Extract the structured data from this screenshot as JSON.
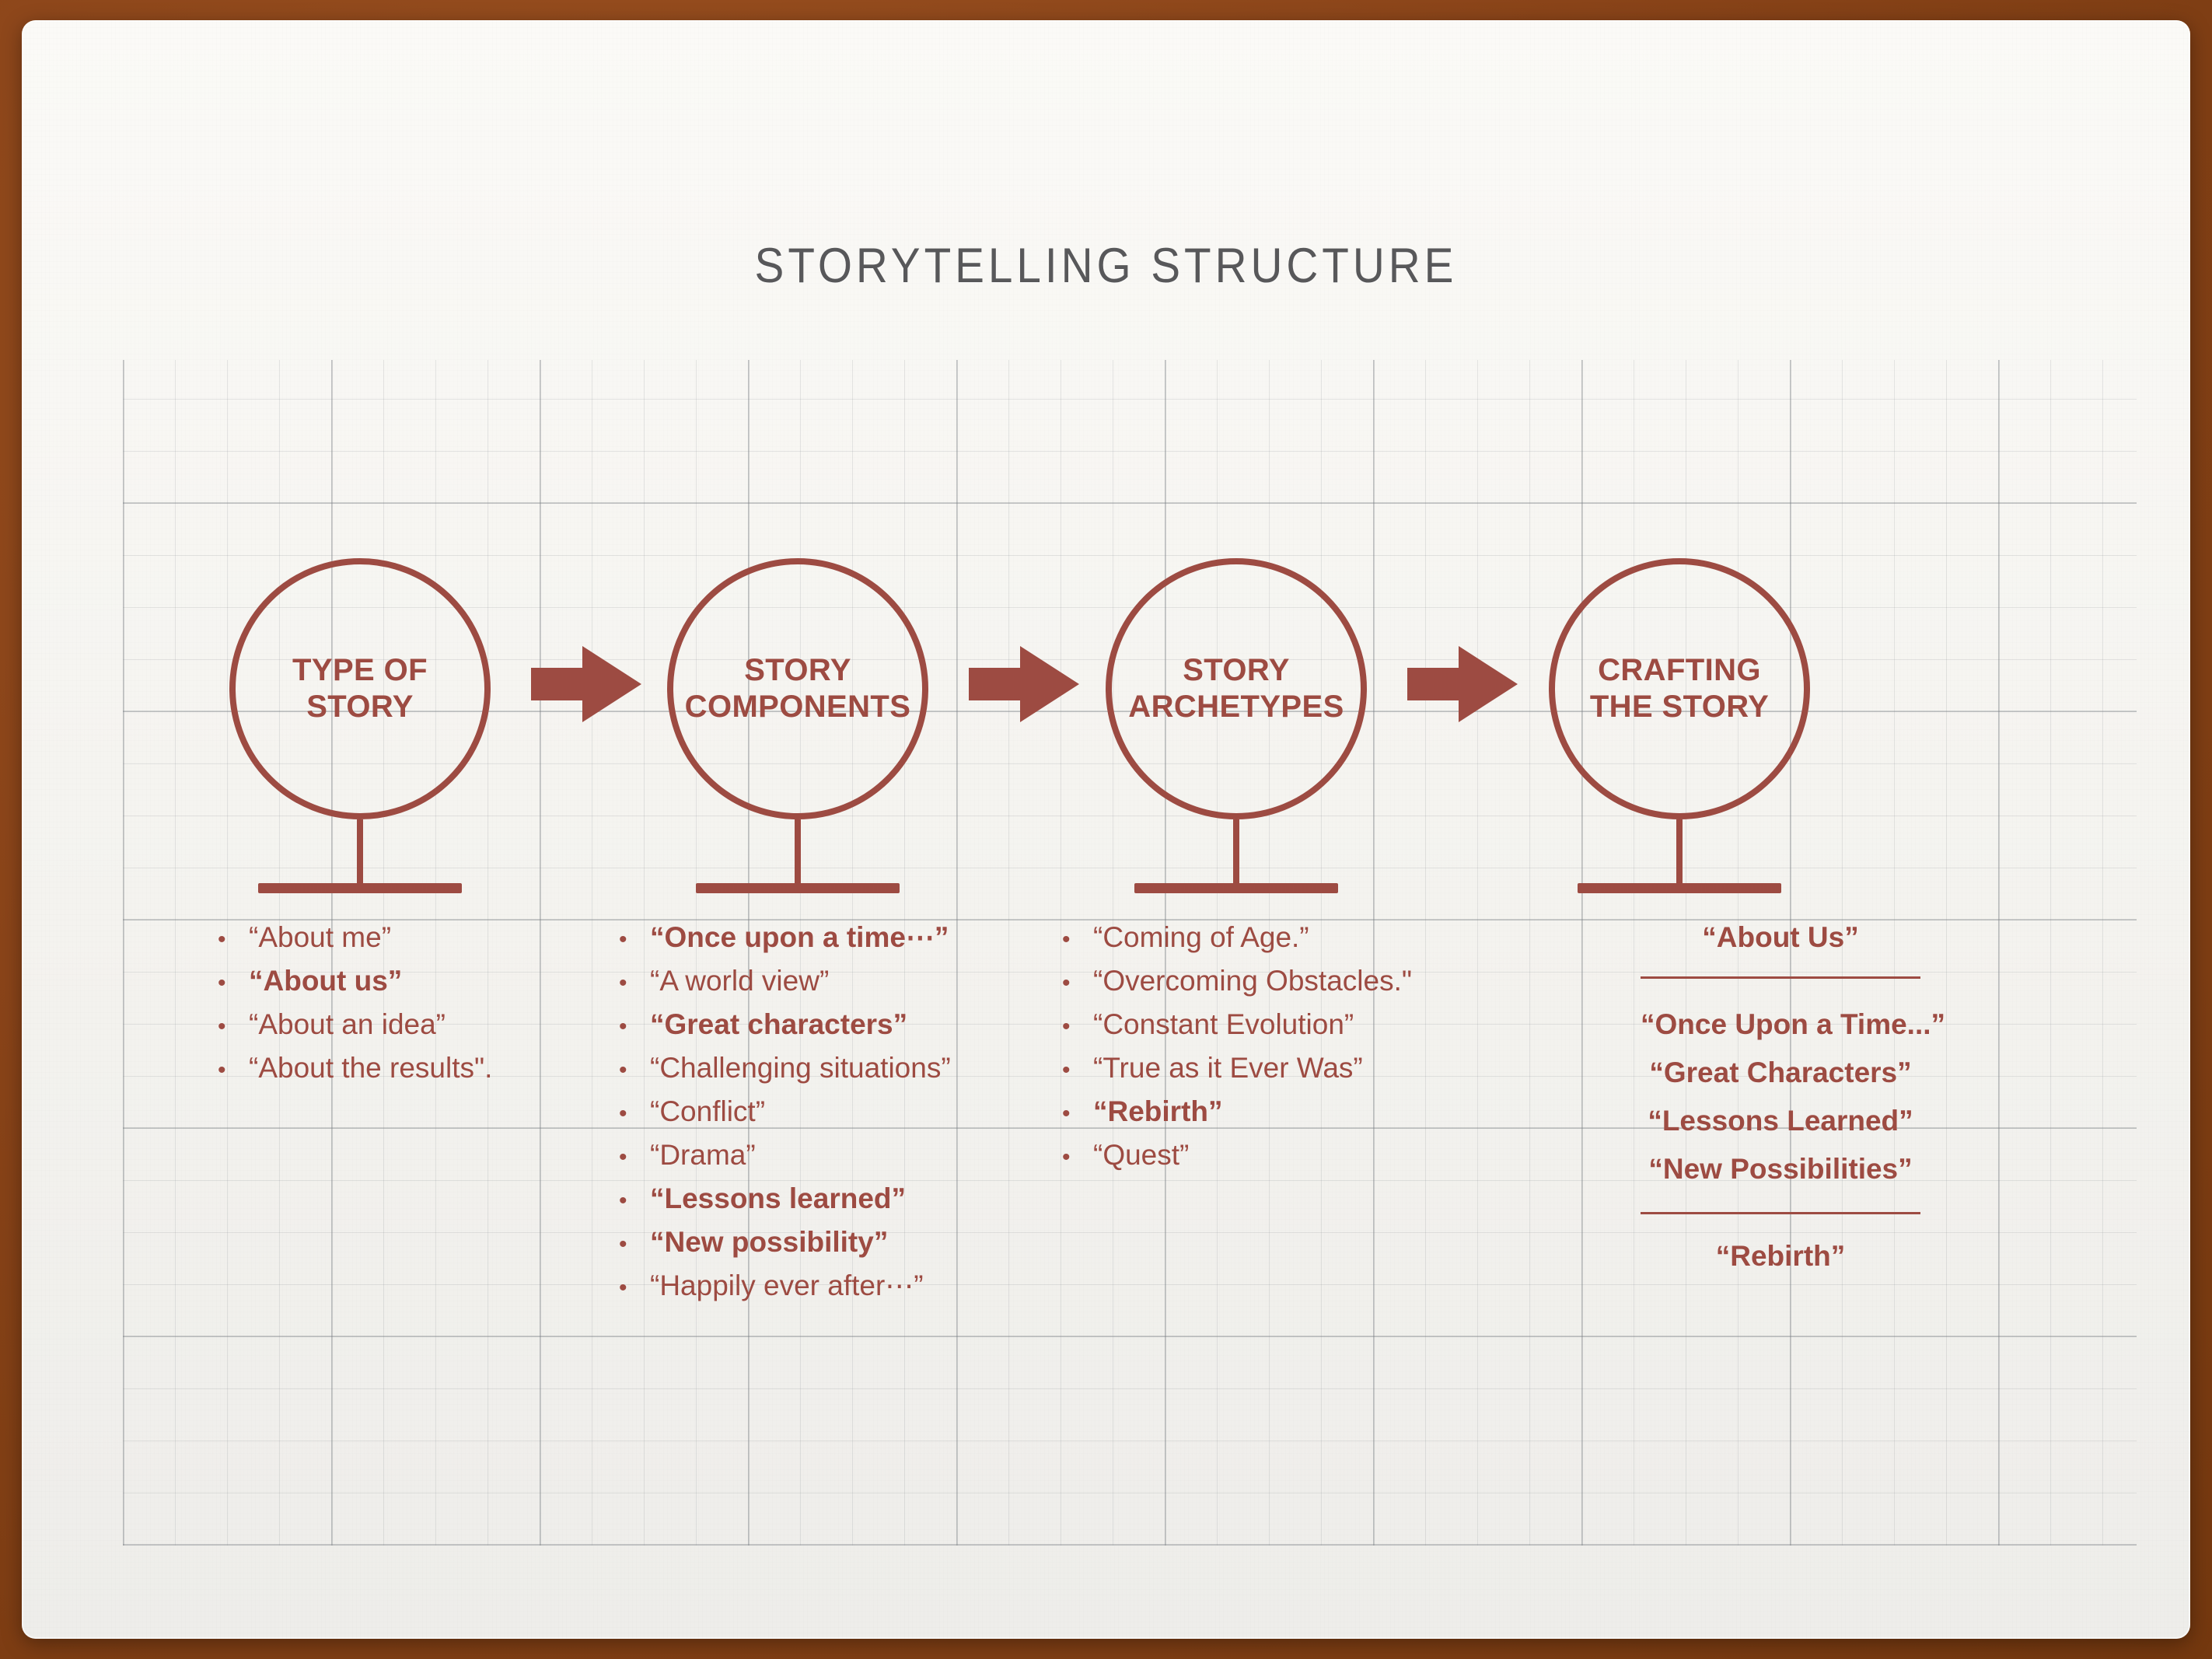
{
  "slide": {
    "title": "STORYTELLING STRUCTURE",
    "accent_color": "#9d4b42",
    "title_color": "#58585a",
    "frame_color": "#8a4419",
    "paper_color": "#f4f3ef"
  },
  "nodes": [
    {
      "label": "TYPE OF\nSTORY"
    },
    {
      "label": "STORY\nCOMPONENTS"
    },
    {
      "label": "STORY\nARCHETYPES"
    },
    {
      "label": "CRAFTING\nTHE STORY"
    }
  ],
  "arrows": [
    {
      "name": "arrow-1"
    },
    {
      "name": "arrow-2"
    },
    {
      "name": "arrow-3"
    }
  ],
  "columns": [
    {
      "name": "type-of-story",
      "bullet": "•",
      "items": [
        {
          "text": "“About me”",
          "bold": false
        },
        {
          "text": "“About us”",
          "bold": true
        },
        {
          "text": "“About an idea”",
          "bold": false
        },
        {
          "text": "“About the results\".",
          "bold": false
        }
      ]
    },
    {
      "name": "story-components",
      "bullet": "•",
      "items": [
        {
          "text": "“Once upon a time⋯”",
          "bold": true
        },
        {
          "text": "“A world view”",
          "bold": false
        },
        {
          "text": "“Great characters”",
          "bold": true
        },
        {
          "text": "“Challenging situations”",
          "bold": false
        },
        {
          "text": "“Conflict”",
          "bold": false
        },
        {
          "text": "“Drama”",
          "bold": false
        },
        {
          "text": "“Lessons learned”",
          "bold": true
        },
        {
          "text": "“New possibility”",
          "bold": true
        },
        {
          "text": "“Happily ever after⋯”",
          "bold": false
        }
      ]
    },
    {
      "name": "story-archetypes",
      "bullet": "•",
      "items": [
        {
          "text": "“Coming of Age.”",
          "bold": false
        },
        {
          "text": "“Overcoming Obstacles.\"",
          "bold": false
        },
        {
          "text": "“Constant Evolution”",
          "bold": false
        },
        {
          "text": "“True as it Ever Was”",
          "bold": false
        },
        {
          "text": "“Rebirth”",
          "bold": true
        },
        {
          "text": "“Quest”",
          "bold": false
        }
      ]
    }
  ],
  "summary": {
    "name": "crafting-the-story",
    "heading": "“About Us”",
    "items": [
      "“Once Upon a Time...”",
      "“Great Characters”",
      "“Lessons Learned”",
      "“New Possibilities”"
    ],
    "footer": "“Rebirth”"
  }
}
